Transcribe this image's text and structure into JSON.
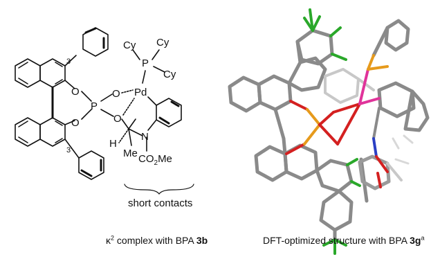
{
  "left_structure": {
    "atom_labels": {
      "p": "P",
      "o1": "O",
      "o2": "O",
      "o3": "O",
      "o4": "O",
      "pd": "Pd",
      "phos": "P",
      "cy1": "Cy",
      "cy2": "Cy",
      "cy3": "Cy",
      "n": "N",
      "h": "H",
      "me": "Me",
      "co2me": "CO",
      "co2me_sub": "2",
      "co2me_tail": "Me",
      "pos3": "3",
      "pos3prime": "3'"
    },
    "annotation": "short contacts"
  },
  "captions": {
    "left_prefix": "κ",
    "left_sup": "2",
    "left_text": " complex with BPA ",
    "left_bold": "3b",
    "right_text": "DFT-optimized structure with BPA ",
    "right_bold": "3g",
    "right_sup": "a"
  },
  "colors": {
    "bond": "#111111",
    "stick_carbon": "#8a8a8a",
    "stick_oxygen": "#d42020",
    "stick_phosphorus": "#e69a1c",
    "stick_palladium": "#e0339a",
    "stick_fluorine": "#2aa82a",
    "stick_nitrogen": "#2b3fc4",
    "stick_hydrogen": "#d8d8d8"
  }
}
